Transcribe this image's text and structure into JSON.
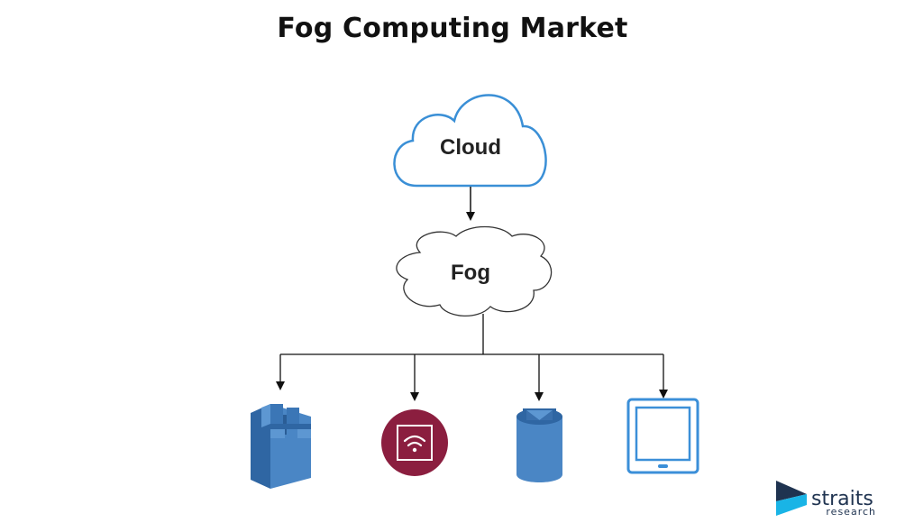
{
  "title": "Fog Computing Market",
  "nodes": {
    "cloud": {
      "label": "Cloud"
    },
    "fog": {
      "label": "Fog"
    }
  },
  "devices": [
    {
      "name": "storage-blocks-icon"
    },
    {
      "name": "wifi-router-icon"
    },
    {
      "name": "database-mail-icon"
    },
    {
      "name": "tablet-icon"
    }
  ],
  "brand": {
    "name": "straits",
    "sub": "research"
  },
  "colors": {
    "cloud_stroke": "#3a8fd6",
    "fog_stroke": "#333333",
    "device_blue": "#4a86c5",
    "device_blue_dark": "#2f66a3",
    "wifi_bg": "#8b1e3f",
    "tablet_stroke": "#3b8fd8",
    "brand_dark": "#1f3350",
    "brand_cyan": "#19b4e6"
  }
}
